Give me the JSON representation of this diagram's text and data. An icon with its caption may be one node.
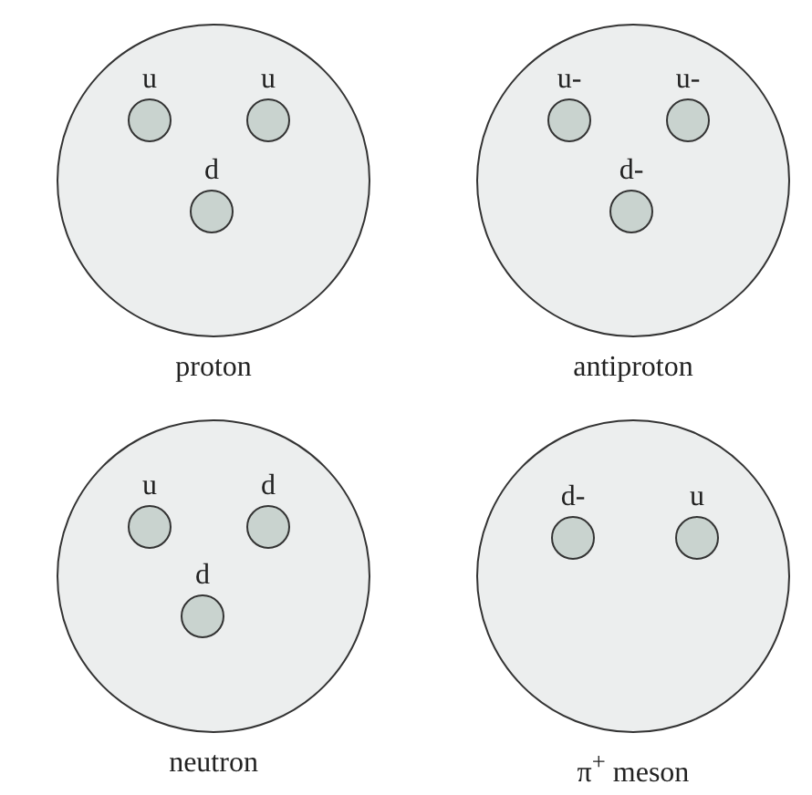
{
  "diagram": {
    "nodes": [
      {
        "text": [],
        "shape": "circle",
        "beside": [
          "proton"
        ]
      },
      {
        "text": [
          "u"
        ],
        "in": 0
      },
      {
        "text": [
          "u"
        ],
        "in": 0
      },
      {
        "text": [
          "d"
        ],
        "in": 0
      },
      {
        "text": [],
        "shape": "circle",
        "beside": [
          "antiproton"
        ]
      },
      {
        "text": [
          "u-"
        ],
        "in": 4
      },
      {
        "text": [
          "u-"
        ],
        "in": 4
      },
      {
        "text": [
          "d-"
        ],
        "in": 4
      },
      {
        "text": [],
        "shape": "circle",
        "beside": [
          "neutron"
        ]
      },
      {
        "text": [
          "u"
        ],
        "in": 8
      },
      {
        "text": [
          "d"
        ],
        "in": 8
      },
      {
        "text": [
          "d"
        ],
        "in": 8
      },
      {
        "text": [],
        "shape": "circle",
        "beside": [
          "π$^{+}$  meson"
        ]
      },
      {
        "text": [
          "d-"
        ],
        "in": 12
      },
      {
        "text": [
          "u"
        ],
        "in": 12
      }
    ]
  }
}
